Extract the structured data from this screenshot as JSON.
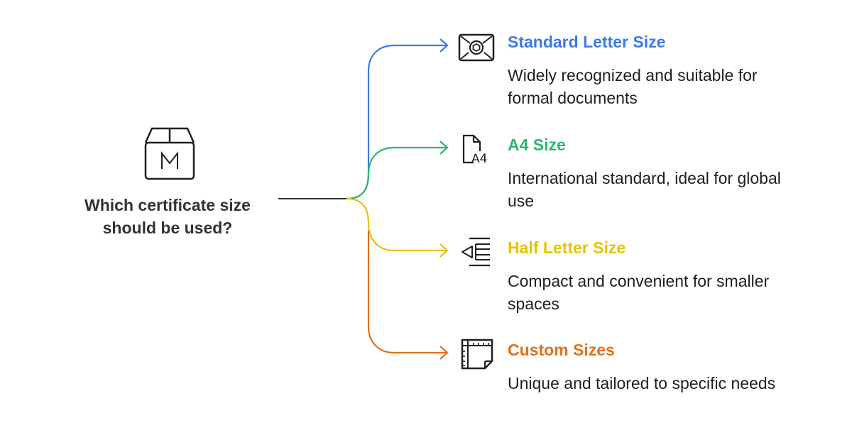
{
  "root": {
    "icon": "package-box-m-icon",
    "question": "Which certificate size should be used?",
    "line_color": "#333333"
  },
  "options": [
    {
      "title": "Standard Letter Size",
      "description": "Widely recognized and suitable for formal documents",
      "icon": "envelope-seal-icon",
      "color": "#3b7be3"
    },
    {
      "title": "A4 Size",
      "description": "International standard, ideal for global use",
      "icon": "a4-document-icon",
      "color": "#2bb673"
    },
    {
      "title": "Half Letter Size",
      "description": "Compact and convenient for smaller spaces",
      "icon": "indent-decrease-icon",
      "color": "#e8c300"
    },
    {
      "title": "Custom Sizes",
      "description": "Unique and tailored to specific needs",
      "icon": "ruler-sticky-note-icon",
      "color": "#e2701a"
    }
  ]
}
